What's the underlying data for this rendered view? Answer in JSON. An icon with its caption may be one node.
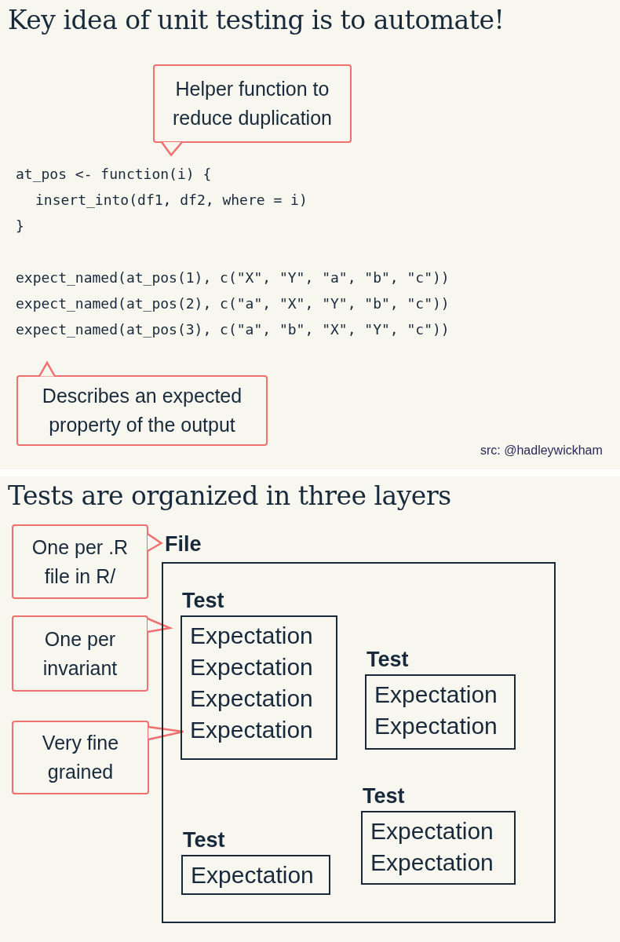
{
  "diagram": {
    "title": "Key idea of unit testing is to automate!",
    "nodes": [
      {
        "text": [
          "Helper function to reduce duplication"
        ]
      },
      {
        "text": [
          "Describes an expected property of the output"
        ]
      },
      {
        "text": [
          "One per .R file in R/"
        ]
      },
      {
        "text": [
          "One per invariant"
        ]
      },
      {
        "text": [
          "Very fine grained"
        ]
      },
      {
        "text": [
          "File"
        ]
      },
      {
        "text": [
          "Test",
          "Expectation",
          "Expectation",
          "Expectation",
          "Expectation"
        ],
        "in": 5
      },
      {
        "text": [
          "Test",
          "Expectation",
          "Expectation"
        ],
        "in": 5
      },
      {
        "text": [
          "Test",
          "Expectation",
          "Expectation"
        ],
        "in": 5
      },
      {
        "text": [
          "Test",
          "Expectation"
        ],
        "in": 5
      }
    ],
    "labels": [
      "at_pos <- function(i) {",
      "insert_into(df1, df2, where = i)",
      "}",
      "expect_named(at_pos(1), c(\"X\", \"Y\", \"a\", \"b\", \"c\"))",
      "expect_named(at_pos(2), c(\"a\", \"X\", \"Y\", \"b\", \"c\"))",
      "expect_named(at_pos(3), c(\"a\", \"b\", \"X\", \"Y\", \"c\"))",
      "src: @hadleywickham",
      "Tests are organized in three layers"
    ]
  }
}
